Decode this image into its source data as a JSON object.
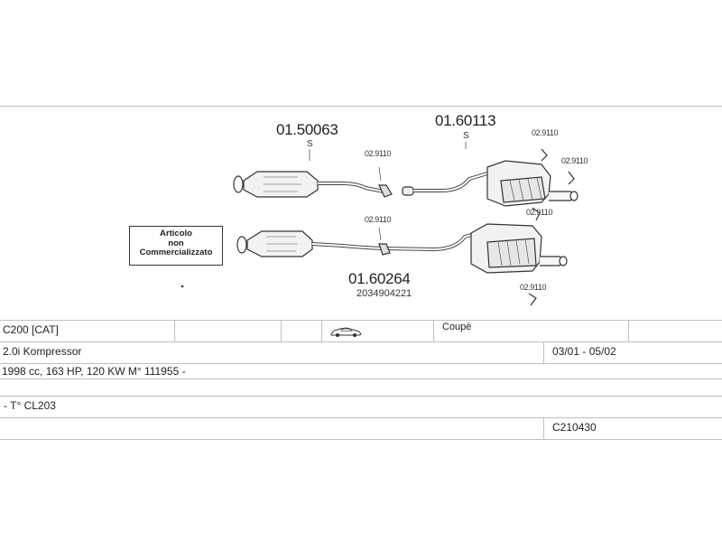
{
  "diagram": {
    "parts": {
      "front_upper": {
        "number": "01.50063",
        "suffix": "S"
      },
      "rear_upper": {
        "number": "01.60113",
        "suffix": "S"
      },
      "lower": {
        "number": "01.60264",
        "oem": "2034904221"
      }
    },
    "clamp_code": "02.9110",
    "note": [
      "Articolo",
      "non",
      "Commercializzato"
    ]
  },
  "vehicle": {
    "model": "C200  [CAT]",
    "body": "Coupè",
    "engine": "2.0i Kompressor",
    "dates": "03/01 - 05/02",
    "specs": "1998 cc, 163 HP, 120 KW M° 111955 -",
    "type": "- T° CL203",
    "code": "C210430"
  },
  "icons": {
    "car": "car-icon"
  }
}
